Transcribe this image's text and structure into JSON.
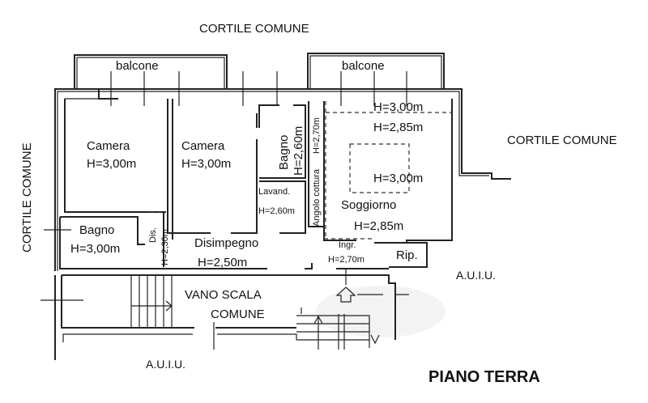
{
  "surroundings": {
    "top": "CORTILE COMUNE",
    "left": "CORTILE COMUNE",
    "right": "CORTILE COMUNE",
    "auiu_right": "A.U.I.U.",
    "auiu_bottom": "A.U.I.U."
  },
  "rooms": {
    "balcone_left": "balcone",
    "balcone_right": "balcone",
    "camera1_name": "Camera",
    "camera1_h": "H=3,00m",
    "camera2_name": "Camera",
    "camera2_h": "H=3,00m",
    "bagno1_name": "Bagno",
    "bagno1_h": "H=2,60m",
    "lavand_name": "Lavand.",
    "lavand_h": "H=2,60m",
    "angolo_name": "Angolo cottura",
    "angolo_h": "H=2,70m",
    "soggiorno_h_top": "H=3,00m",
    "soggiorno_h_band": "H=2,85m",
    "soggiorno_h_center": "H=3,00m",
    "soggiorno_name": "Soggiorno",
    "soggiorno_h": "H=2,85m",
    "bagno2_name": "Bagno",
    "bagno2_h": "H=3,00m",
    "dis_name": "Dis.",
    "dis_h": "H=2,30m",
    "disimpegno_name": "Disimpegno",
    "disimpegno_h": "H=2,50m",
    "ingr_name": "Ingr.",
    "ingr_h": "H=2,70m",
    "rip_name": "Rip.",
    "scala_line1": "VANO SCALA",
    "scala_line2": "COMUNE"
  },
  "plan_title": "PIANO TERRA"
}
